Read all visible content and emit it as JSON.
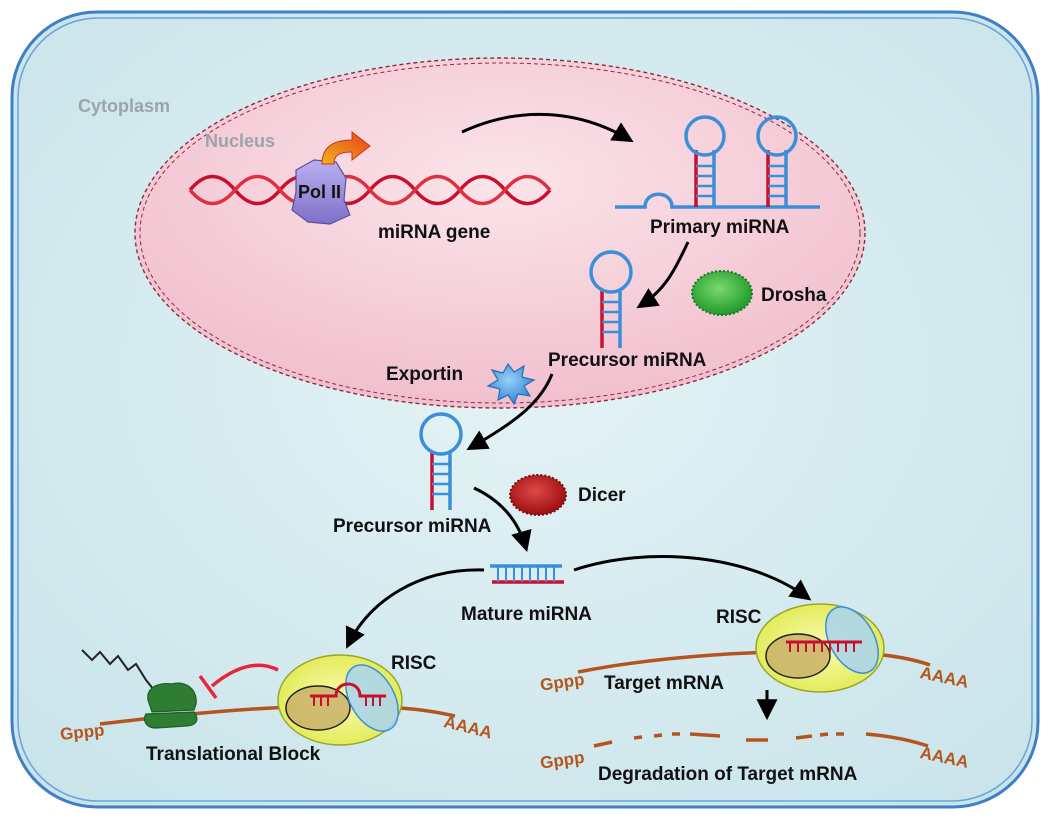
{
  "regions": {
    "cytoplasm": "Cytoplasm",
    "nucleus": "Nucleus"
  },
  "labels": {
    "pol2": "Pol II",
    "mirna_gene": "miRNA gene",
    "primary_mirna": "Primary miRNA",
    "drosha": "Drosha",
    "precursor_nucleus": "Precursor miRNA",
    "exportin": "Exportin",
    "precursor_cytoplasm": "Precursor miRNA",
    "dicer": "Dicer",
    "mature_mirna": "Mature miRNA",
    "risc_left": "RISC",
    "risc_right": "RISC",
    "target_mrna": "Target mRNA",
    "translational_block": "Translational Block",
    "degradation": "Degradation of Target mRNA",
    "cap_left": "Gppp",
    "tail_left": "AAAA",
    "cap_right": "Gppp",
    "tail_right": "AAAA",
    "cap_degraded": "Gppp",
    "tail_degraded": "AAAA"
  },
  "colors": {
    "cell_border": "#3f7fc4",
    "cytoplasm_fill": "#d6ecf0",
    "nucleus_fill": "#f3c8d2",
    "dna": "#c8102e",
    "rna_blue": "#3b8fd9",
    "rna_red": "#c8102e",
    "mrna": "#b5541f",
    "drosha": "#3cb043",
    "dicer": "#b01c1c",
    "exportin": "#4aa0e6",
    "pol2": "#9b8fd6",
    "risc": "#e9ef6a",
    "ribosome": "#2e7d32",
    "inhibit": "#e8263b"
  }
}
